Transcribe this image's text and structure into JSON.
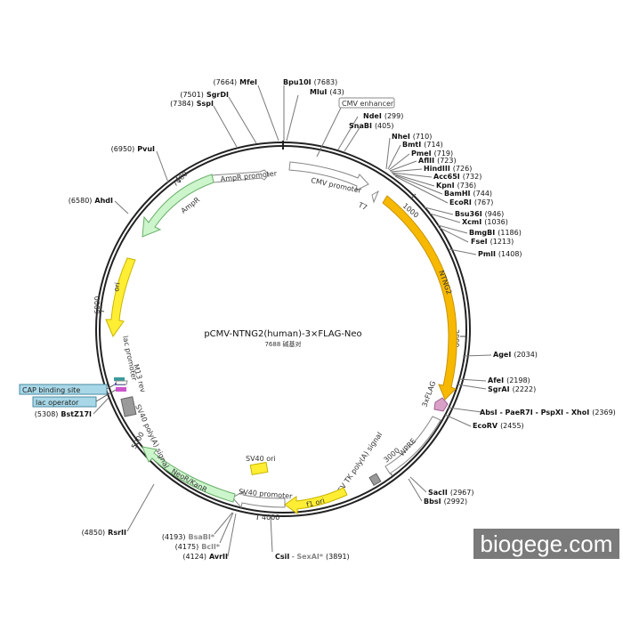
{
  "plasmid": {
    "name": "pCMV-NTNG2(human)-3×FLAG-Neo",
    "length_label": "7688 碱基对"
  },
  "ticks": [
    "1000",
    "2000",
    "3000",
    "4000",
    "5000",
    "6000",
    "7000"
  ],
  "features": {
    "cmv_enhancer": "CMV enhancer",
    "cmv_promoter": "CMV promoter",
    "t7": "T7",
    "ntng2": "NTNG2",
    "flag": "3xFLAG",
    "wpre": "WPRE",
    "hsv_polya": "HSV TK poly(A) signal",
    "f1_ori": "f1 ori",
    "sv40_promoter": "SV40 promoter",
    "sv40_ori": "SV40 ori",
    "neor": "NeoR/KanR",
    "sv40_polya": "SV40 poly(A) signal",
    "m13_rev": "M13 rev",
    "lac_promoter": "lac promoter",
    "cap_site": "CAP binding site",
    "lac_operator": "lac operator",
    "ori": "ori",
    "ampr": "AmpR",
    "ampr_promoter": "AmpR promoter"
  },
  "sites": {
    "bpu10i": {
      "name": "Bpu10I",
      "pos": "(7683)"
    },
    "mlui": {
      "name": "MluI",
      "pos": "(43)"
    },
    "mfei": {
      "name": "MfeI",
      "pos": "(7664)"
    },
    "sgrdi": {
      "name": "SgrDI",
      "pos": "(7501)"
    },
    "sspi": {
      "name": "SspI",
      "pos": "(7384)"
    },
    "ndei": {
      "name": "NdeI",
      "pos": "(299)"
    },
    "snabi": {
      "name": "SnaBI",
      "pos": "(405)"
    },
    "nhei": {
      "name": "NheI",
      "pos": "(710)"
    },
    "bmti": {
      "name": "BmtI",
      "pos": "(714)"
    },
    "pmei": {
      "name": "PmeI",
      "pos": "(719)"
    },
    "aflii": {
      "name": "AflII",
      "pos": "(723)"
    },
    "hindiii": {
      "name": "HindIII",
      "pos": "(726)"
    },
    "acc65i": {
      "name": "Acc65I",
      "pos": "(732)"
    },
    "kpni": {
      "name": "KpnI",
      "pos": "(736)"
    },
    "bamhi": {
      "name": "BamHI",
      "pos": "(744)"
    },
    "ecori": {
      "name": "EcoRI",
      "pos": "(767)"
    },
    "bsu36i": {
      "name": "Bsu36I",
      "pos": "(946)"
    },
    "xcmi": {
      "name": "XcmI",
      "pos": "(1036)"
    },
    "bmgbi": {
      "name": "BmgBI",
      "pos": "(1186)"
    },
    "fsei": {
      "name": "FseI",
      "pos": "(1213)"
    },
    "pmli": {
      "name": "PmlI",
      "pos": "(1408)"
    },
    "agei": {
      "name": "AgeI",
      "pos": "(2034)"
    },
    "afei": {
      "name": "AfeI",
      "pos": "(2198)"
    },
    "sgrai": {
      "name": "SgrAI",
      "pos": "(2222)"
    },
    "absi": {
      "name": "AbsI - PaeR7I - PspXI - XhoI",
      "pos": "(2369)"
    },
    "ecorv": {
      "name": "EcoRV",
      "pos": "(2455)"
    },
    "sacii": {
      "name": "SacII",
      "pos": "(2967)"
    },
    "bbsi": {
      "name": "BbsI",
      "pos": "(2992)"
    },
    "csii": {
      "name": "CsiI",
      "pos": "(3891)"
    },
    "sexai": {
      "name": "SexAI*",
      "sep": " - "
    },
    "avrii": {
      "name": "AvrII",
      "pos": "(4124)"
    },
    "bcli": {
      "name": "BclI*",
      "pos": "(4175)"
    },
    "bsabi": {
      "name": "BsaBI*",
      "pos": "(4193)"
    },
    "rsrii": {
      "name": "RsrII",
      "pos": "(4850)"
    },
    "bstz17i": {
      "name": "BstZ17I",
      "pos": "(5308)"
    },
    "ahdi": {
      "name": "AhdI",
      "pos": "(6580)"
    },
    "pvui": {
      "name": "PvuI",
      "pos": "(6950)"
    }
  },
  "watermark": "biogege.com",
  "colors": {
    "backbone": "#222222",
    "ntng2": "#f7b800",
    "ampr": "#ccf5cc",
    "ori": "#ffee33",
    "f1_ori": "#ffee33",
    "sv40_ori": "#ffee33",
    "flag": "#d9a0c8",
    "site_label": "#111111",
    "ambiguous_site": "#888888",
    "caption_box": "#a8d8e8"
  }
}
